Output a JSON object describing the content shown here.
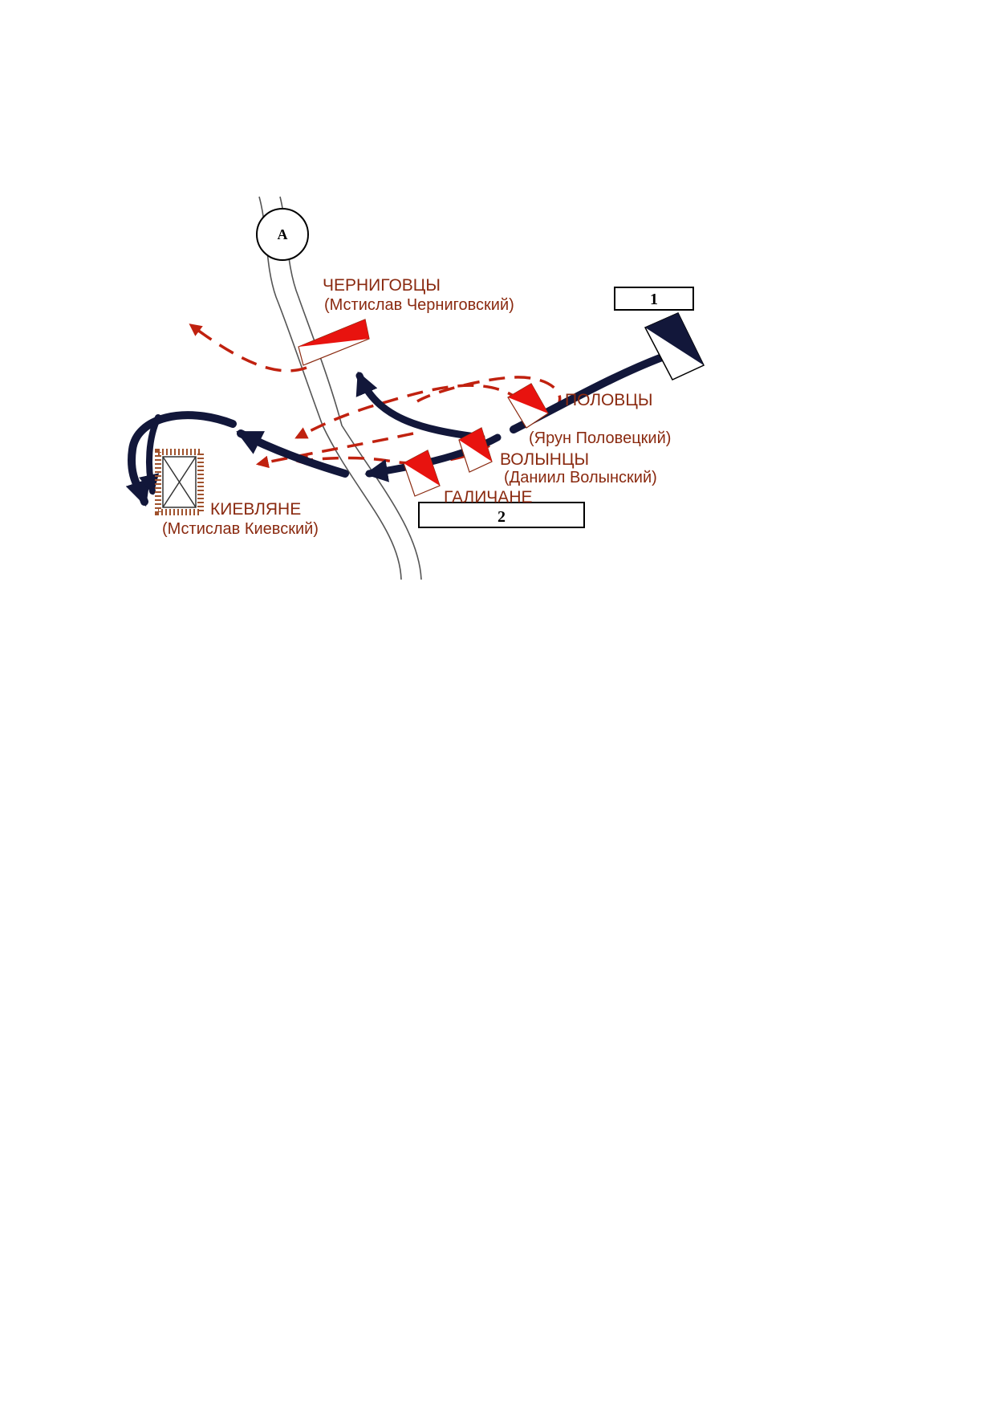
{
  "map": {
    "point_marker": "A",
    "boxes": {
      "box1": "1",
      "box2": "2"
    },
    "units": {
      "chernigov": {
        "name": "ЧЕРНИГОВЦЫ",
        "leader": "(Мстислав Черниговский)"
      },
      "polovtsy": {
        "name": "ПОЛОВЦЫ",
        "leader": "(Ярун Половецкий)"
      },
      "volyn": {
        "name": "ВОЛЫНЦЫ",
        "leader": "(Даниил Волынский)"
      },
      "galich": {
        "name": "ГАЛИЧАНЕ"
      },
      "kiev": {
        "name": "КИЕВЛЯНЕ",
        "leader": "(Мстислав Киевский)"
      }
    },
    "colors": {
      "russian_forces": "#e8130f",
      "retreat_arrows": "#c0210f",
      "mongol_forces": "#12173a",
      "label_text": "#8a2a10",
      "river_lines": "#555555"
    }
  }
}
